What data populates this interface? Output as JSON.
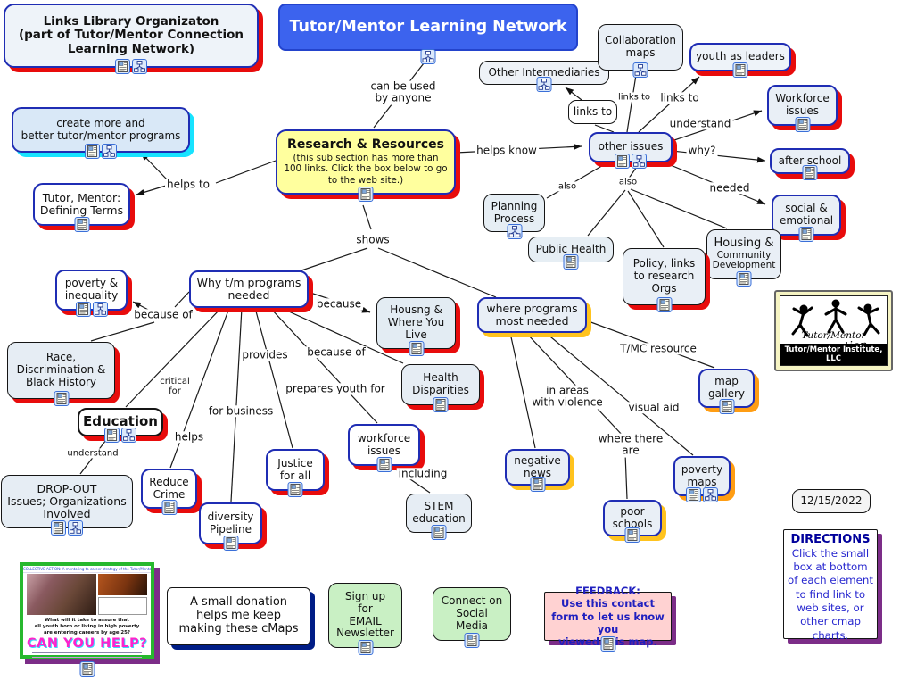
{
  "map_title": "Tutor/Mentor Learning Network",
  "nodes": {
    "links_library": "Links Library Organizaton\n(part of Tutor/Mentor Connection\nLearning Network)",
    "network_title": "Tutor/Mentor Learning Network",
    "other_intermediaries": "Other Intermediaries",
    "collaboration_maps": "Collaboration\nmaps",
    "youth_as_leaders": "youth as leaders",
    "workforce_issues_top": "Workforce\nissues",
    "links_to": "links to",
    "other_issues": "other issues",
    "after_school": "after school",
    "research_title": "Research & Resources",
    "research_note": "(this sub section has more than\n100 links. Click the box below to go\nto the web site.)",
    "create_more": "create more and\nbetter tutor/mentor programs",
    "tutor_defining": "Tutor, Mentor:\nDefining Terms",
    "planning_process": "Planning\nProcess",
    "public_health": "Public Health",
    "social_emotional": "social &\nemotional",
    "housing_top": "Housing &",
    "housing_sub": "Community\nDevelopment",
    "policy_links": "Policy, links\nto research\nOrgs",
    "poverty_inequality": "poverty &\ninequality",
    "why_tm": "Why t/m programs\nneeded",
    "housng_where": "Housng &\nWhere You\nLive",
    "where_programs": "where programs\nmost needed",
    "race_discrimination": "Race,\nDiscrimination &\nBlack History",
    "health_disparities": "Health\nDisparities",
    "education": "Education",
    "map_gallery": "map\ngallery",
    "dropout": "DROP-OUT\nIssues; Organizations\nInvolved",
    "reduce_crime": "Reduce\nCrime",
    "justice_for_all": "Justice\nfor all",
    "diversity_pipeline": "diversity\nPipeline",
    "workforce_issues_mid": "workforce\nissues",
    "stem_education": "STEM\neducation",
    "negative_news": "negative\nnews",
    "poor_schools": "poor\nschools",
    "poverty_maps": "poverty\nmaps",
    "date": "12/15/2022",
    "donation": "A small donation\nhelps me keep\nmaking these cMaps",
    "email_signup": "Sign up\nfor\nEMAIL\nNewsletter",
    "social_media": "Connect on\nSocial\nMedia",
    "feedback": "FEEDBACK:\nUse this contact\nform to let us know you\nviewed this map."
  },
  "directions": {
    "title": "DIRECTIONS",
    "body": "Click the small\nbox at bottom\nof each element\nto find link to\nweb sites, or\nother cmap\ncharts."
  },
  "logo": {
    "line1": "Tutor/Mentor",
    "line2": "Connection",
    "bar": "Tutor/Mentor Institute, LLC"
  },
  "poster": {
    "header": "COLLECTIVE ACTION: A mentoring to career strategy of the Tutor/Mentor Connection",
    "question": "What will it take to assure that\nall youth born or living in high poverty\nare entering careers by age 25?",
    "big": "CAN YOU HELP?"
  },
  "edges": {
    "can_be_used": "can be used\nby anyone",
    "helps_know": "helps know",
    "links_to_a": "links to",
    "links_to_b": "links to",
    "understand_a": "understand",
    "why": "why?",
    "needed": "needed",
    "also_a": "also",
    "also_b": "also",
    "helps_to": "helps to",
    "shows": "shows",
    "because_of_a": "because of",
    "because": "because",
    "provides": "provides",
    "because_of_b": "because of",
    "critical_for": "critical\nfor",
    "for_business": "for business",
    "helps": "helps",
    "prepares": "prepares youth for",
    "including": "including",
    "tmc_resource": "T/MC resource",
    "in_areas": "in areas\nwith violence",
    "visual_aid": "visual aid",
    "where_there": "where there\nare",
    "understand_b": "understand"
  },
  "colors": {
    "title_bg": "#3c63ee",
    "research_bg": "#ffff9e",
    "node_bg": "#e9eff6",
    "green_bg": "#c9f0c4",
    "pink_bg": "#ffd2d2",
    "border_blue": "#1f2db4",
    "shadow_red": "#e80c0c",
    "shadow_cyan": "#17e3ff",
    "shadow_yellow": "#ffc31e",
    "shadow_orange": "#ff9d13",
    "shadow_purple": "#7c2d88",
    "shadow_navy": "#001d86",
    "directions_text": "#2727cf",
    "feedback_text": "#2020bf",
    "can_you_help": "#ff22cc"
  },
  "icons": {
    "page": "page-link-icon",
    "cmap": "cmap-link-icon"
  }
}
